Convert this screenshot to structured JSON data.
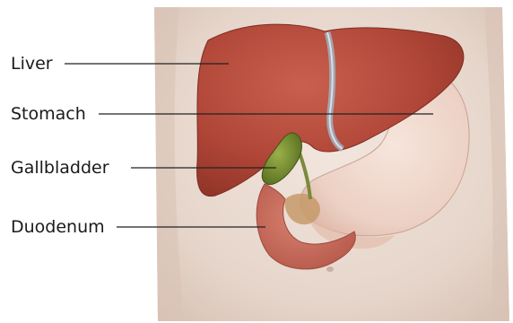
{
  "labels": {
    "liver": "Liver",
    "stomach": "Stomach",
    "gallbladder": "Gallbladder",
    "duodenum": "Duodenum"
  },
  "colors": {
    "background": "#ffffff",
    "skin": "#eadbd2",
    "liver": "#b34a3c",
    "stomach": "#efd7cb",
    "gallbladder": "#6e8a2c",
    "duodenum": "#c9685a",
    "leader_line": "#222222"
  }
}
